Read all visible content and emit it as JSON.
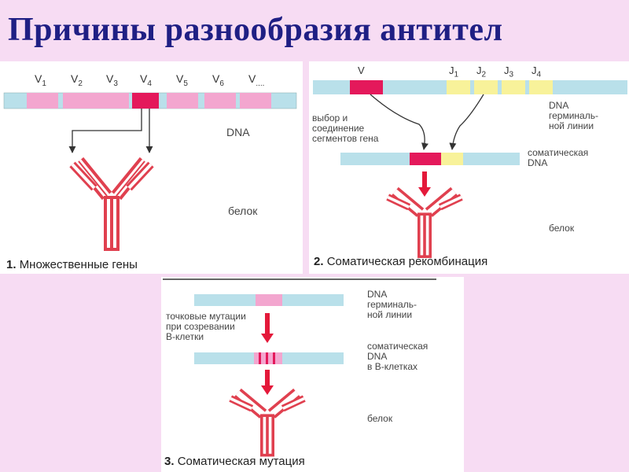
{
  "title": "Причины разнообразия антител",
  "panel1": {
    "segments": [
      {
        "base": "V",
        "sub": "1"
      },
      {
        "base": "V",
        "sub": "2"
      },
      {
        "base": "V",
        "sub": "3"
      },
      {
        "base": "V",
        "sub": "4"
      },
      {
        "base": "V",
        "sub": "5"
      },
      {
        "base": "V",
        "sub": "6"
      },
      {
        "base": "V",
        "sub": "...."
      }
    ],
    "dna_label": "DNA",
    "protein_label": "белок",
    "caption_num": "1.",
    "caption": "Множественные гены"
  },
  "panel2": {
    "v_label": "V",
    "j_segments": [
      {
        "base": "J",
        "sub": "1"
      },
      {
        "base": "J",
        "sub": "2"
      },
      {
        "base": "J",
        "sub": "3"
      },
      {
        "base": "J",
        "sub": "4"
      }
    ],
    "germline_label": "DNA\nгерминаль-\nной линии",
    "selection_label": "выбор и\nсоединение\nсегментов гена",
    "somatic_label": "соматическая\nDNA",
    "protein_label": "белок",
    "caption_num": "2.",
    "caption": "Соматическая рекомбинация"
  },
  "panel3": {
    "germline_label": "DNA\nгерминаль-\nной линии",
    "mutation_label": "точковые мутации\nпри созревании\nВ-клетки",
    "somatic_label": "соматическая\nDNA\nв В-клетках",
    "protein_label": "белок",
    "caption_num": "3.",
    "caption": "Соматическая мутация"
  },
  "colors": {
    "title": "#1f1f84",
    "dna_strand": "#b9e0ea",
    "v_segment": "#f3a6cf",
    "v_selected": "#e4195b",
    "j_segment": "#f8f29a",
    "antibody": "#e0404f",
    "arrow": "#e4193a"
  }
}
